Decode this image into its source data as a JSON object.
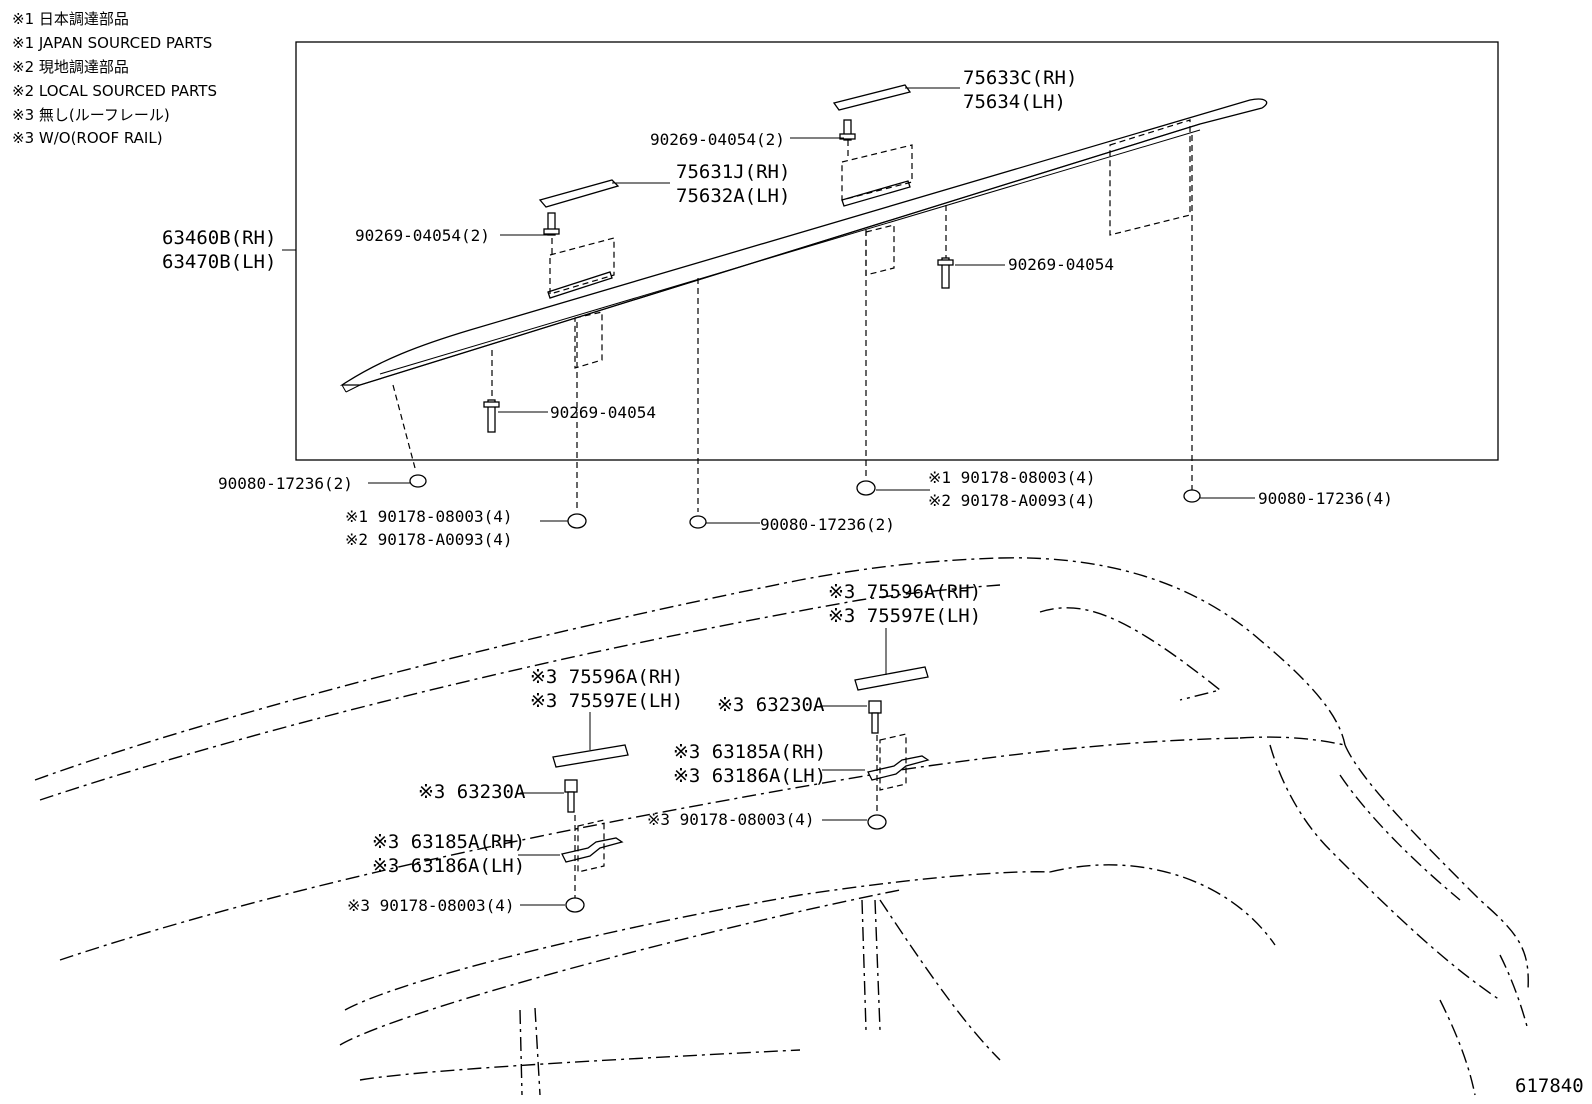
{
  "notes": [
    "※1 日本調達部品",
    "※1 JAPAN SOURCED PARTS",
    "※2 現地調達部品",
    "※2 LOCAL SOURCED PARTS",
    "※3 無し(ルーフレール)",
    "※3 W/O(ROOF RAIL)"
  ],
  "labels": {
    "p75633c": "75633C(RH)",
    "p75634": "75634(LH)",
    "p90269_2a": "90269-04054(2)",
    "p75631j": "75631J(RH)",
    "p75632a": "75632A(LH)",
    "p90269_2b": "90269-04054(2)",
    "p63460b": "63460B(RH)",
    "p63470b": "63470B(LH)",
    "p90269_c": "90269-04054",
    "p90269_d": "90269-04054",
    "p90080_2a": "90080-17236(2)",
    "p90178_1a": "※1 90178-08003(4)",
    "p90178_2a": "※2 90178-A0093(4)",
    "p90080_4": "90080-17236(4)",
    "p90178_1b": "※1 90178-08003(4)",
    "p90178_2b": "※2 90178-A0093(4)",
    "p90080_2b": "90080-17236(2)",
    "p75596a_r": "※3 75596A(RH)",
    "p75597e_r": "※3 75597E(LH)",
    "p75596a_l": "※3 75596A(RH)",
    "p75597e_l": "※3 75597E(LH)",
    "p63230a_r": "※3 63230A",
    "p63185a_r": "※3 63185A(RH)",
    "p63186a_r": "※3 63186A(LH)",
    "p63230a_l": "※3 63230A",
    "p90178_r": "※3 90178-08003(4)",
    "p63185a_l": "※3 63185A(RH)",
    "p63186a_l": "※3 63186A(LH)",
    "p90178_l": "※3 90178-08003(4)"
  },
  "diagram_id": "617840"
}
